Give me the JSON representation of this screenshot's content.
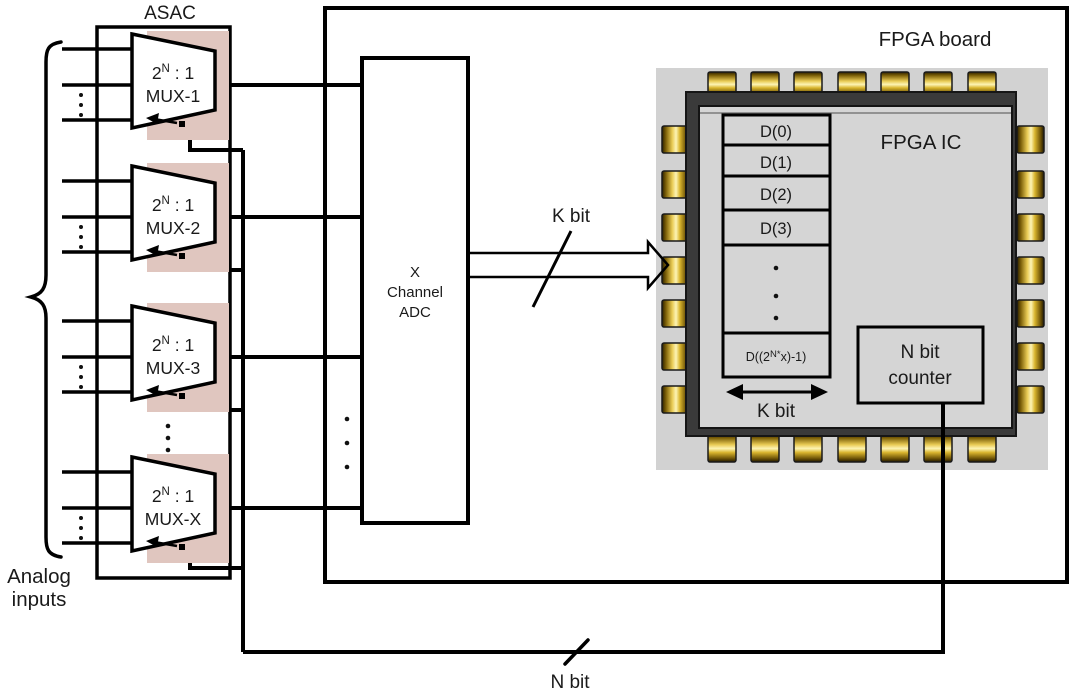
{
  "diagram": {
    "asac": {
      "title": "ASAC",
      "analog_inputs_line1": "Analog",
      "analog_inputs_line2": "inputs",
      "muxes": [
        {
          "ratio_base": "2",
          "ratio_exp": "N",
          "ratio_tail": " : 1",
          "name": "MUX-1"
        },
        {
          "ratio_base": "2",
          "ratio_exp": "N",
          "ratio_tail": " : 1",
          "name": "MUX-2"
        },
        {
          "ratio_base": "2",
          "ratio_exp": "N",
          "ratio_tail": " : 1",
          "name": "MUX-3"
        },
        {
          "ratio_base": "2",
          "ratio_exp": "N",
          "ratio_tail": " : 1",
          "name": "MUX-X"
        }
      ]
    },
    "board": {
      "title": "FPGA board",
      "adc": {
        "line1": "X",
        "line2": "Channel",
        "line3": "ADC"
      },
      "kbit_bus_label": "K bit",
      "chip": {
        "title": "FPGA IC",
        "memory_cells": [
          "D(0)",
          "D(1)",
          "D(2)",
          "D(3)"
        ],
        "last_cell": {
          "prefix": "D((2",
          "exp": "N*",
          "suffix": "x)-1)"
        },
        "kbit_width_label": "K bit",
        "counter_line1": "N bit",
        "counter_line2": "counter"
      }
    },
    "nbit_bus_label": "N bit"
  },
  "colors": {
    "board_bg": "#bdbdbd",
    "asac_bg": "#d7e3ec",
    "mux_shade": "#e0c6bf",
    "chip_photo_bg": "#d2d2d2",
    "chip_body": "#3a3a3a",
    "chip_die": "#d5d5d5",
    "pin_gold_bright": "#fdf4b5",
    "pin_gold_dark": "#2a1f00",
    "line": "#000000"
  }
}
